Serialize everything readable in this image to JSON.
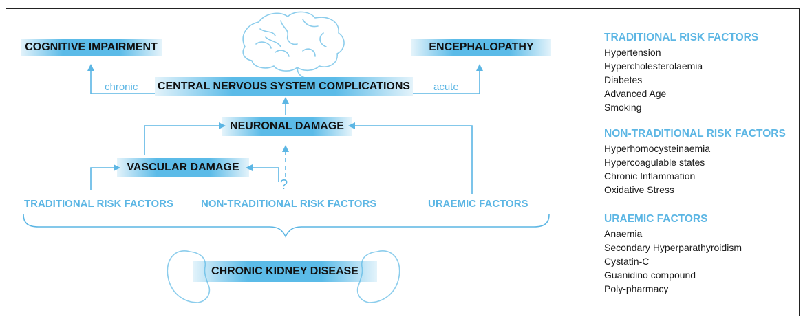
{
  "nodes": {
    "cognitive": "COGNITIVE IMPAIRMENT",
    "encephalopathy": "ENCEPHALOPATHY",
    "cns": "CENTRAL NERVOUS SYSTEM COMPLICATIONS",
    "neuronal": "NEURONAL DAMAGE",
    "vascular": "VASCULAR DAMAGE",
    "ckd": "CHRONIC KIDNEY DISEASE"
  },
  "edge_labels": {
    "chronic": "chronic",
    "acute": "acute",
    "question": "?"
  },
  "factor_labels": {
    "traditional": "TRADITIONAL RISK FACTORS",
    "non_traditional": "NON-TRADITIONAL RISK FACTORS",
    "uraemic": "URAEMIC FACTORS"
  },
  "legend": {
    "traditional": {
      "title": "TRADITIONAL RISK FACTORS",
      "items": [
        "Hypertension",
        "Hypercholesterolaemia",
        "Diabetes",
        "Advanced Age",
        "Smoking"
      ]
    },
    "non_traditional": {
      "title": "NON-TRADITIONAL RISK FACTORS",
      "items": [
        "Hyperhomocysteinaemia",
        "Hypercoagulable states",
        "Chronic Inflammation",
        "Oxidative Stress"
      ]
    },
    "uraemic": {
      "title": "URAEMIC FACTORS",
      "items": [
        "Anaemia",
        "Secondary Hyperparathyroidism",
        "Cystatin-C",
        "Guanidino compound",
        "Poly-pharmacy"
      ]
    }
  },
  "colors": {
    "accent": "#5cb6e4",
    "box_fill": "#5bbbe8",
    "text": "#111111"
  },
  "icons": [
    "brain-icon",
    "kidney-icon"
  ]
}
